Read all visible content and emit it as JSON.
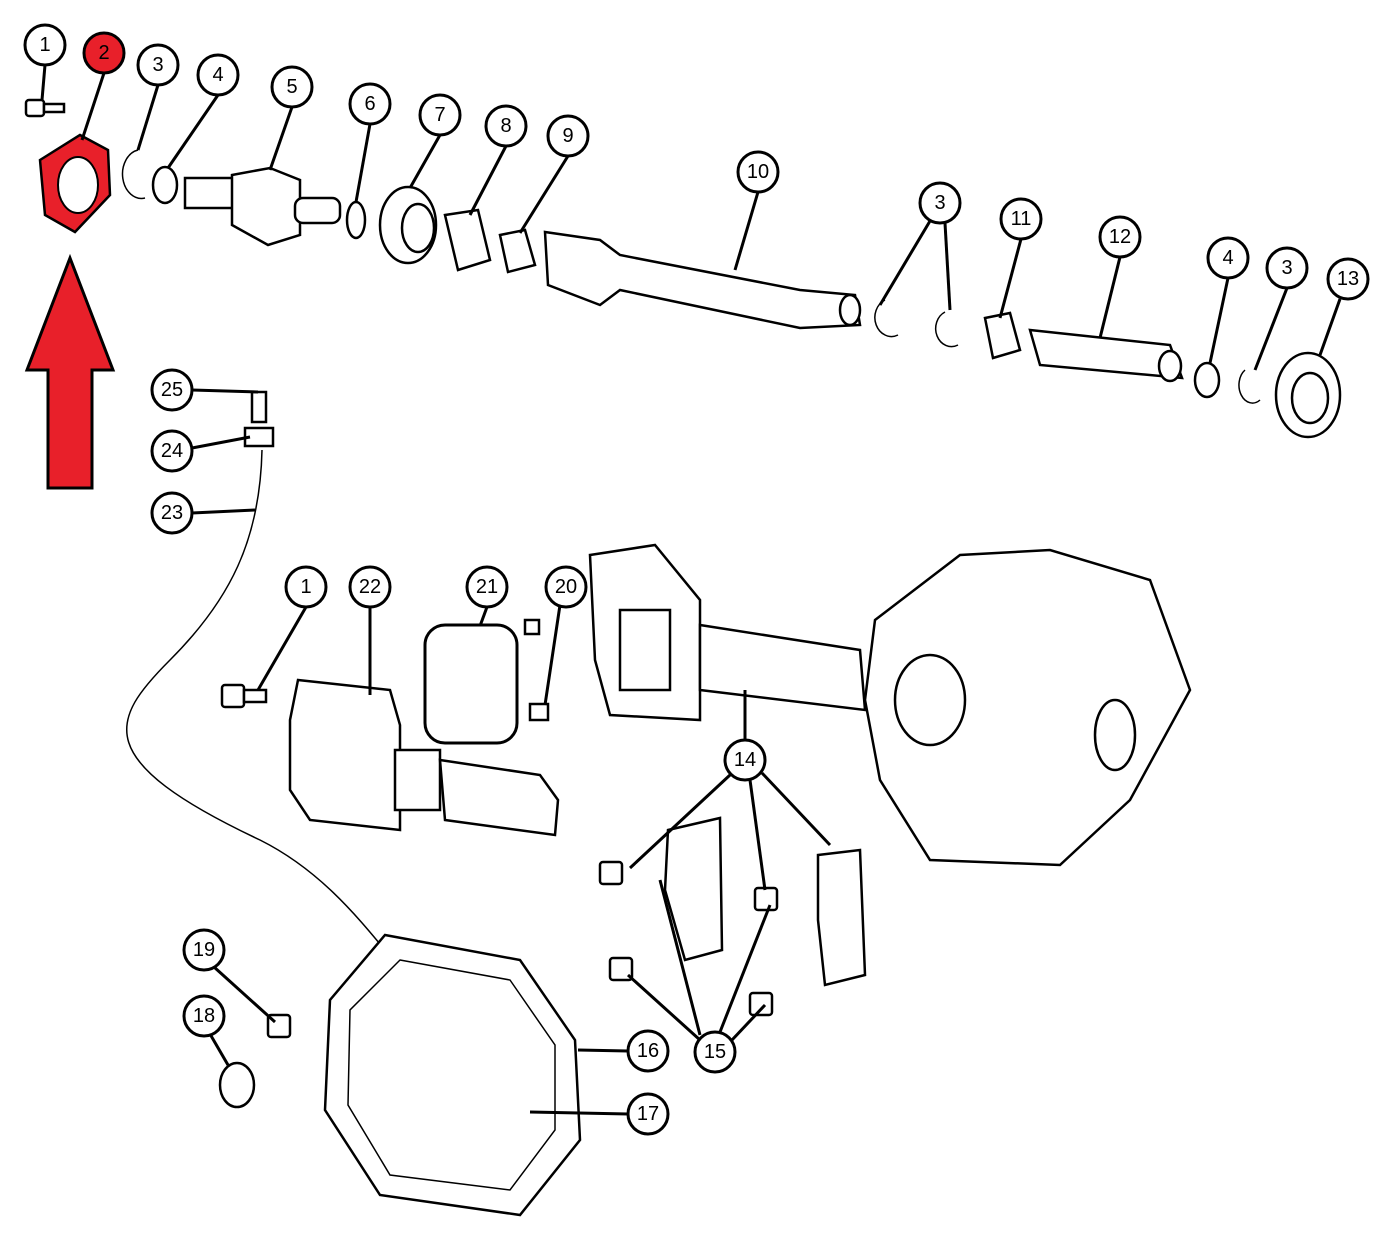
{
  "diagram": {
    "highlighted_part": "2",
    "highlight_color": "#e8202a",
    "callouts": {
      "c1a": "1",
      "c2": "2",
      "c3a": "3",
      "c4a": "4",
      "c5": "5",
      "c6": "6",
      "c7": "7",
      "c8": "8",
      "c9": "9",
      "c10": "10",
      "c3b": "3",
      "c11": "11",
      "c12": "12",
      "c4b": "4",
      "c3c": "3",
      "c13": "13",
      "c25": "25",
      "c24": "24",
      "c23": "23",
      "c1b": "1",
      "c22": "22",
      "c21": "21",
      "c20": "20",
      "c14": "14",
      "c15": "15",
      "c16": "16",
      "c17": "17",
      "c19": "19",
      "c18": "18"
    }
  }
}
